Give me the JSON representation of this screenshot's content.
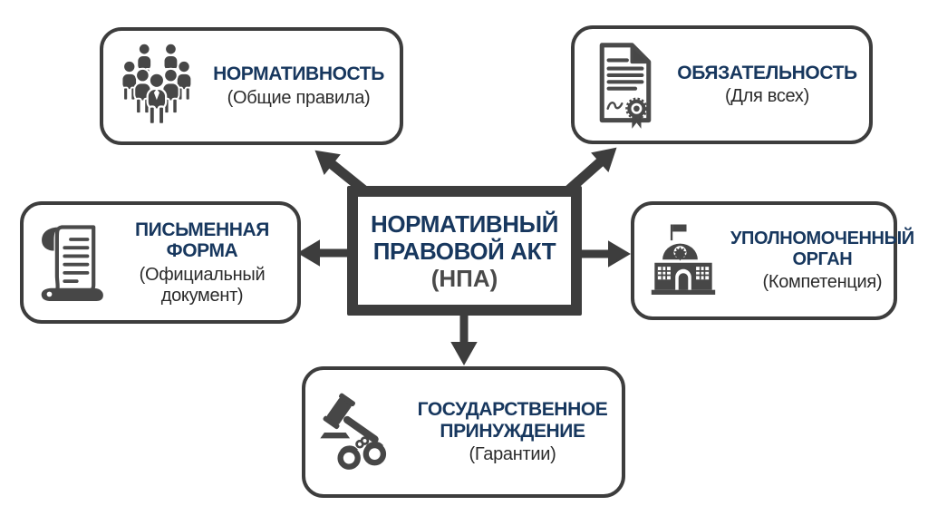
{
  "diagram": {
    "center": {
      "title_line1": "НОРМАТИВНЫЙ",
      "title_line2": "ПРАВОВОЙ АКТ",
      "subtitle": "(НПА)"
    },
    "nodes": {
      "normativity": {
        "title": "НОРМАТИВНОСТЬ",
        "subtitle": "(Общие правила)",
        "icon": "people-crowd-icon"
      },
      "obligation": {
        "title": "ОБЯЗАТЕЛЬНОСТЬ",
        "subtitle": "(Для всех)",
        "icon": "certificate-document-icon"
      },
      "written_form": {
        "title": "ПИСЬМЕННАЯ ФОРМА",
        "subtitle": "(Официальный документ)",
        "icon": "scroll-icon"
      },
      "authorized_body": {
        "title": "УПОЛНОМОЧЕННЫЙ ОРГАН",
        "subtitle": "(Компетенция)",
        "icon": "government-building-icon"
      },
      "state_coercion": {
        "title": "ГОСУДАРСТВЕННОЕ ПРИНУЖДЕНИЕ",
        "subtitle": "(Гарантии)",
        "icon": "gavel-handcuffs-icon"
      }
    },
    "colors": {
      "title_blue": "#17375e",
      "outline_dark": "#3d3d3d",
      "subtitle_dark": "#2b2b2b",
      "icon_gray": "#474747",
      "background": "#ffffff"
    }
  }
}
